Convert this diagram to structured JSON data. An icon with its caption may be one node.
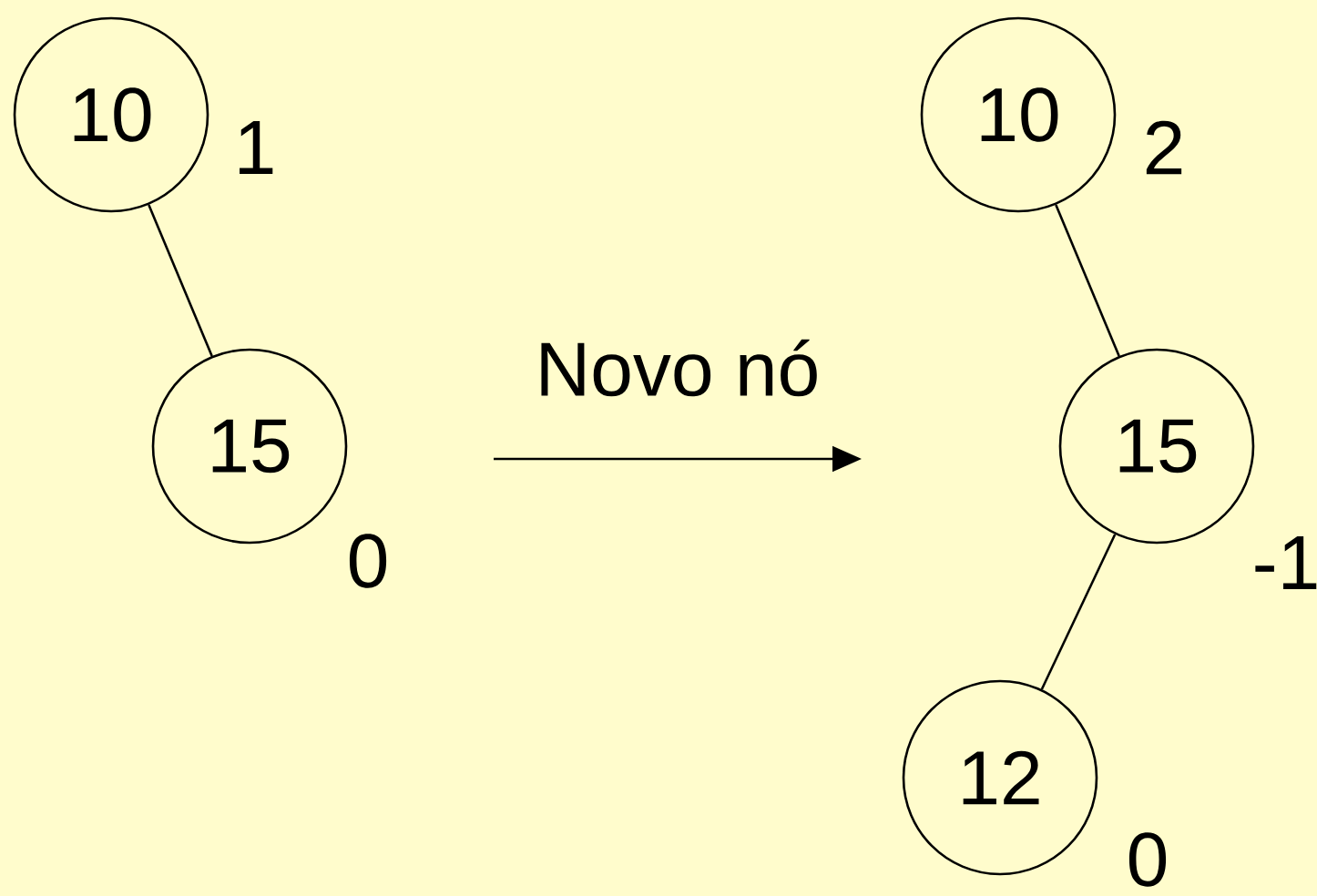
{
  "diagram": {
    "nodes": [
      {
        "text": [
          "10"
        ],
        "beside": [
          "1"
        ]
      },
      {
        "text": [
          "15"
        ],
        "beside": [
          "0"
        ]
      },
      {
        "text": [
          "10"
        ],
        "beside": [
          "2"
        ]
      },
      {
        "text": [
          "15"
        ],
        "beside": [
          "-1"
        ]
      },
      {
        "text": [
          "12"
        ],
        "beside": [
          "0"
        ]
      }
    ],
    "edges": [
      {
        "from": 0,
        "to": 1,
        "arrow": "none"
      },
      {
        "from": 2,
        "to": 3,
        "arrow": "none"
      },
      {
        "from": 3,
        "to": 4,
        "arrow": "none"
      }
    ],
    "labels": [
      "Novo nó"
    ]
  }
}
